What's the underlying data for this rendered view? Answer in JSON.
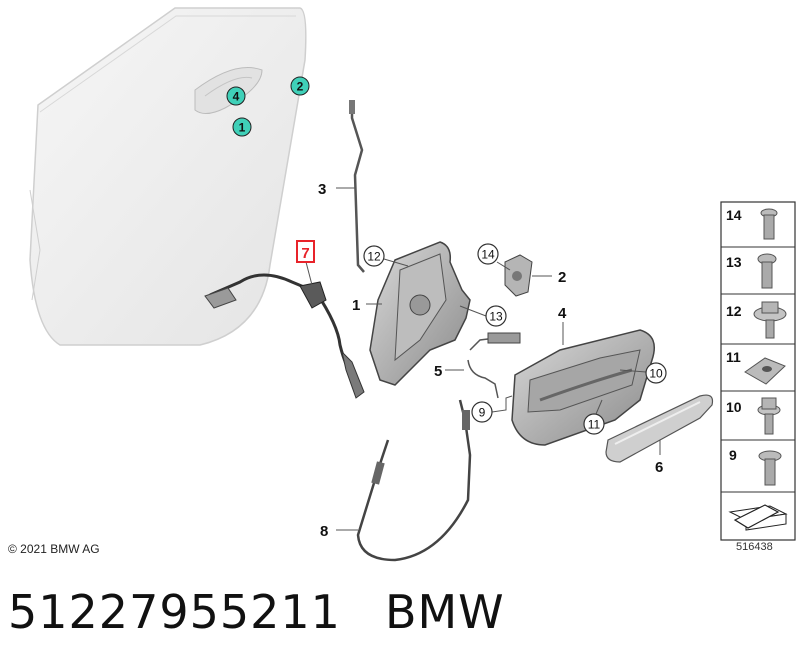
{
  "callouts": {
    "c1": "1",
    "c2": "2",
    "c3": "3",
    "c4": "4",
    "c5": "5",
    "c6": "6",
    "c7": "7",
    "c8": "8",
    "c9": "9",
    "c10": "10",
    "c11": "11",
    "c12": "12",
    "c13": "13",
    "c14": "14",
    "door1": "1",
    "door2": "2",
    "door4": "4"
  },
  "sidebar": {
    "items": [
      {
        "num": "14",
        "icon": "torx-screw-icon"
      },
      {
        "num": "13",
        "icon": "torx-screw-icon"
      },
      {
        "num": "12",
        "icon": "flange-bolt-icon"
      },
      {
        "num": "11",
        "icon": "clip-nut-icon"
      },
      {
        "num": "10",
        "icon": "hex-bolt-icon"
      },
      {
        "num": "9",
        "icon": "torx-screw-icon"
      }
    ]
  },
  "colors": {
    "highlight": "#e8232a",
    "door_callout": "#3fd0b8"
  },
  "copyright": "© 2021 BMW AG",
  "diagram_number": "516438",
  "part_number": "51227955211",
  "brand": "BMW"
}
